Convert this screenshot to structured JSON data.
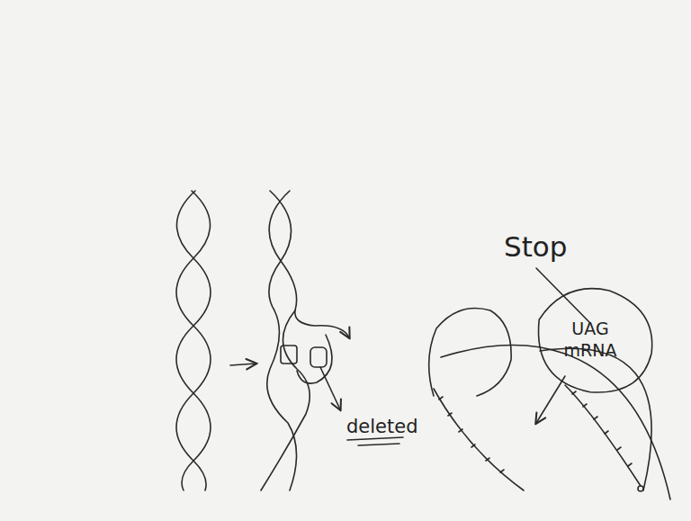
{
  "diagram": {
    "nodes": [
      {
        "text": [
          "UAG",
          "mRNA"
        ]
      }
    ],
    "labels": [
      "Stop",
      "deleted"
    ]
  }
}
